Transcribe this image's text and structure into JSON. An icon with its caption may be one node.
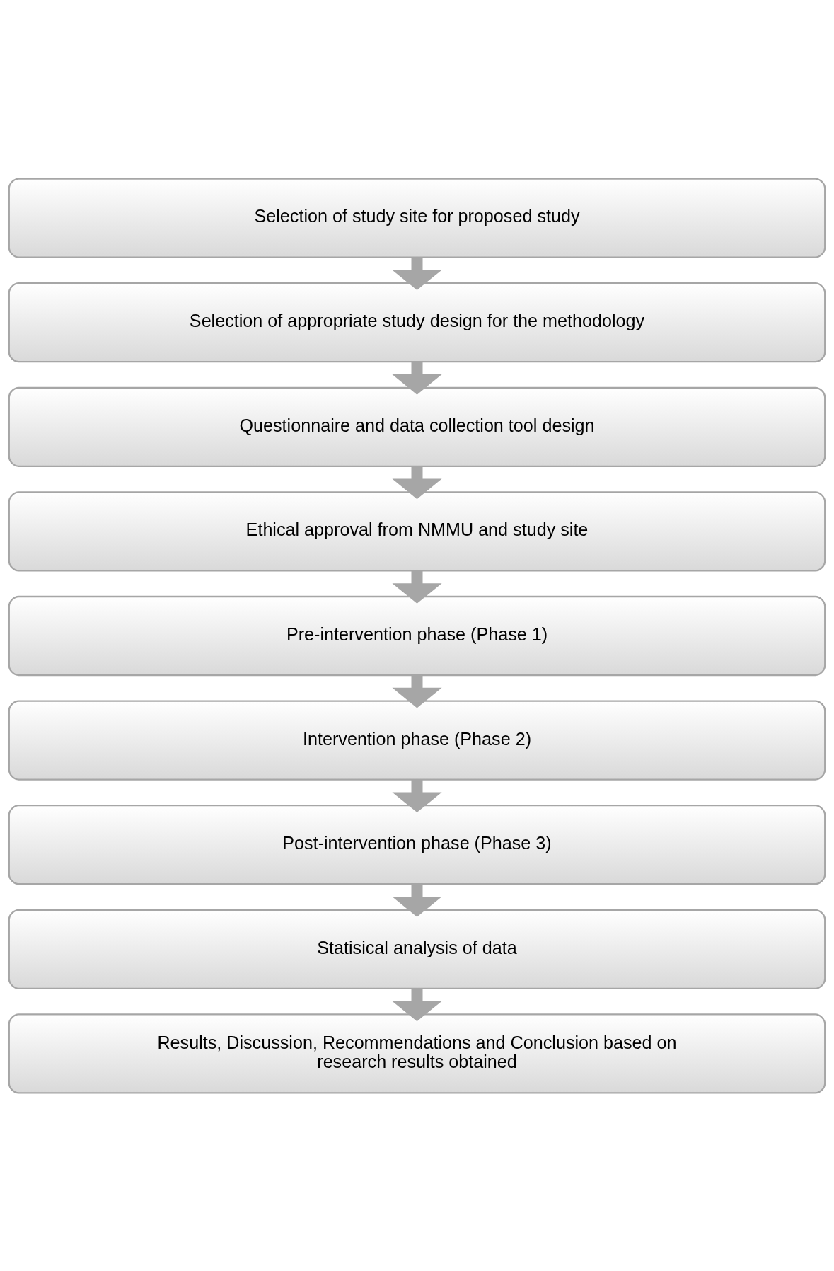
{
  "diagram": {
    "nodes": [
      {
        "text": [
          "Selection of study site for proposed study"
        ]
      },
      {
        "text": [
          "Selection of appropriate study design for the methodology"
        ]
      },
      {
        "text": [
          "Questionnaire and data collection tool design"
        ]
      },
      {
        "text": [
          "Ethical approval from NMMU and study site"
        ]
      },
      {
        "text": [
          "Pre-intervention phase (Phase 1)"
        ]
      },
      {
        "text": [
          "Intervention phase (Phase 2)"
        ]
      },
      {
        "text": [
          "Post-intervention phase (Phase 3)"
        ]
      },
      {
        "text": [
          "Statisical analysis of data"
        ]
      },
      {
        "text": [
          "Results, Discussion, Recommendations and Conclusion based on research results obtained"
        ]
      }
    ],
    "edges": [
      {
        "from": 0,
        "to": 1,
        "arrow": "to"
      },
      {
        "from": 1,
        "to": 2,
        "arrow": "to"
      },
      {
        "from": 2,
        "to": 3,
        "arrow": "to"
      },
      {
        "from": 3,
        "to": 4,
        "arrow": "to"
      },
      {
        "from": 4,
        "to": 5,
        "arrow": "to"
      },
      {
        "from": 5,
        "to": 6,
        "arrow": "to"
      },
      {
        "from": 6,
        "to": 7,
        "arrow": "to"
      },
      {
        "from": 7,
        "to": 8,
        "arrow": "to"
      }
    ]
  }
}
